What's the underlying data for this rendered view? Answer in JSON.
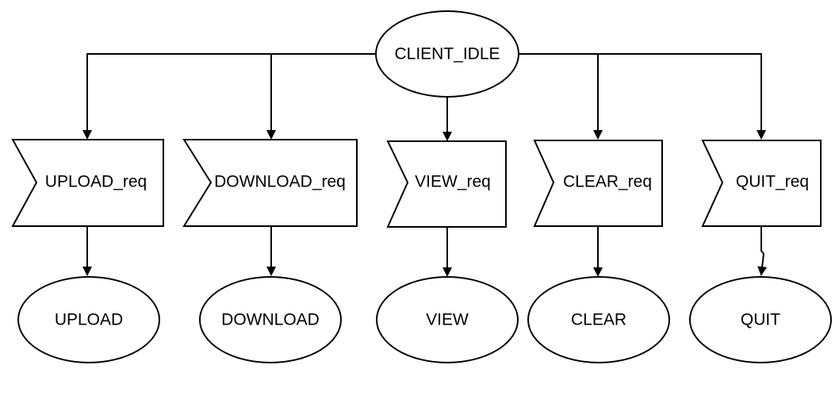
{
  "diagram": {
    "root": {
      "label": "CLIENT_IDLE"
    },
    "request_nodes": [
      {
        "label": "UPLOAD_req"
      },
      {
        "label": "DOWNLOAD_req"
      },
      {
        "label": "VIEW_req"
      },
      {
        "label": "CLEAR_req"
      },
      {
        "label": "QUIT_req"
      }
    ],
    "state_nodes": [
      {
        "label": "UPLOAD"
      },
      {
        "label": "DOWNLOAD"
      },
      {
        "label": "VIEW"
      },
      {
        "label": "CLEAR"
      },
      {
        "label": "QUIT"
      }
    ]
  },
  "colors": {
    "stroke": "#000000",
    "fill": "#ffffff",
    "text": "#000000"
  }
}
